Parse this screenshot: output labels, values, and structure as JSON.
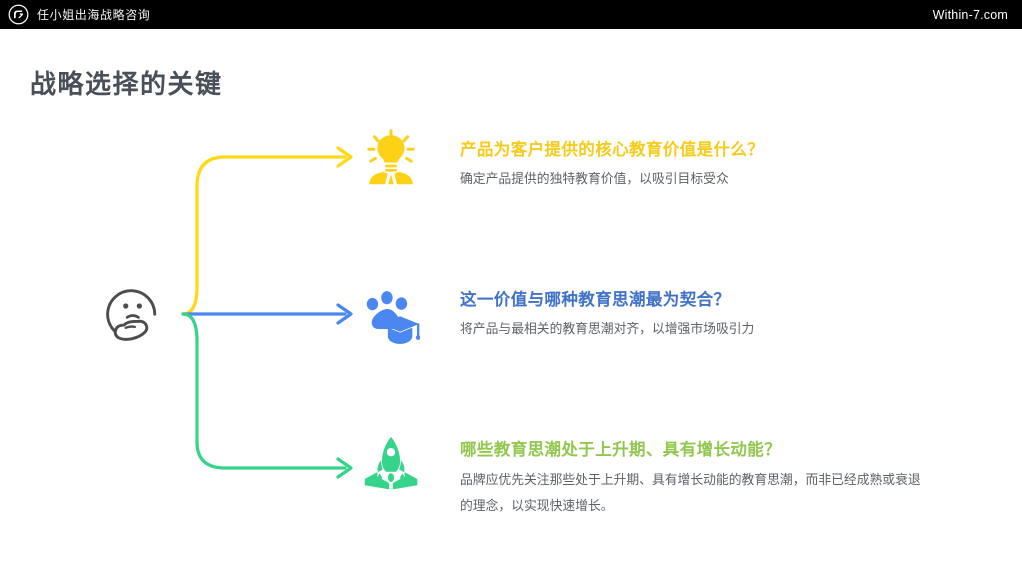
{
  "topbar": {
    "logo_icon": "within7-monogram-logo",
    "brand_name": "任小姐出海战略咨询",
    "site_url": "Within-7.com",
    "background_color": "#000000"
  },
  "slide": {
    "title": "战略选择的关键",
    "title_color": "#4a5059",
    "background_color": "#ffffff"
  },
  "hub": {
    "icon": "thinking-face-emoji",
    "color": "#4d4d4d"
  },
  "rows": [
    {
      "icon": "lightbulb-person-idea-icon",
      "heading": "产品为客户提供的核心教育价值是什么？",
      "body": "确定产品提供的独特教育价值，以吸引目标受众",
      "accent": "#fcd116",
      "heading_color": "#f7cb1b",
      "connector_color": "#ffd915"
    },
    {
      "icon": "paw-graduation-cap-icon",
      "heading": "这一价值与哪种教育思潮最为契合？",
      "body": "将产品与最相关的教育思潮对齐，以增强市场吸引力",
      "accent": "#4a87f0",
      "heading_color": "#3f71c7",
      "connector_color": "#4a87f0"
    },
    {
      "icon": "rocket-launch-growth-icon",
      "heading": "哪些教育思潮处于上升期、具有增长动能？",
      "body": "品牌应优先关注那些处于上升期、具有增长动能的教育思潮，而非已经成熟或衰退的理念，以实现快速增长。",
      "accent": "#35d48a",
      "heading_color": "#92c74e",
      "connector_color": "#35d48a"
    }
  ]
}
